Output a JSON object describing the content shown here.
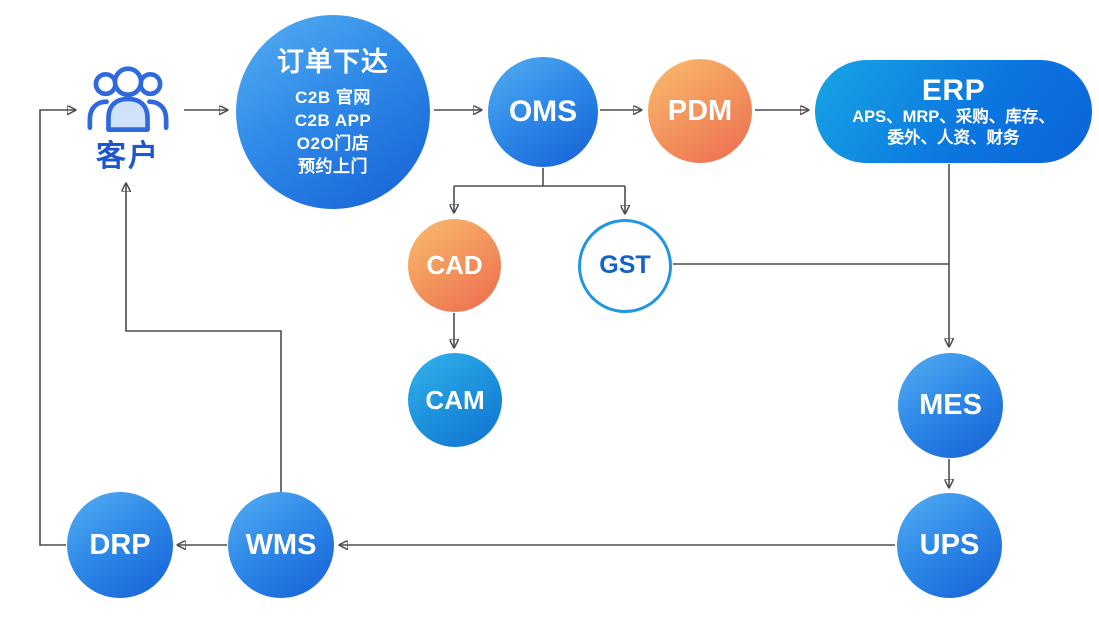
{
  "diagram": {
    "background": "#ffffff",
    "nodes": {
      "customer": {
        "label": "客户",
        "icon": "people-group-icon",
        "shape": "icon"
      },
      "order": {
        "title": "订单下达",
        "channels": [
          "C2B 官网",
          "C2B APP",
          "O2O门店",
          "预约上门"
        ],
        "shape": "circle",
        "style": "blue-gradient"
      },
      "oms": {
        "label": "OMS",
        "shape": "circle",
        "style": "blue-gradient"
      },
      "pdm": {
        "label": "PDM",
        "shape": "circle",
        "style": "orange-gradient"
      },
      "erp": {
        "title": "ERP",
        "subtitle_line1": "APS、MRP、采购、库存、",
        "subtitle_line2": "委外、人资、财务",
        "shape": "pill",
        "style": "blue-gradient"
      },
      "cad": {
        "label": "CAD",
        "shape": "circle",
        "style": "orange-gradient"
      },
      "gst": {
        "label": "GST",
        "shape": "circle",
        "style": "white-outlined"
      },
      "cam": {
        "label": "CAM",
        "shape": "circle",
        "style": "cyan-gradient"
      },
      "mes": {
        "label": "MES",
        "shape": "circle",
        "style": "blue-gradient"
      },
      "ups": {
        "label": "UPS",
        "shape": "circle",
        "style": "blue-gradient"
      },
      "wms": {
        "label": "WMS",
        "shape": "circle",
        "style": "blue-gradient"
      },
      "drp": {
        "label": "DRP",
        "shape": "circle",
        "style": "blue-gradient"
      }
    },
    "edges": [
      {
        "from": "customer",
        "to": "order"
      },
      {
        "from": "order",
        "to": "oms"
      },
      {
        "from": "oms",
        "to": "pdm"
      },
      {
        "from": "pdm",
        "to": "erp"
      },
      {
        "from": "oms",
        "to": "cad"
      },
      {
        "from": "oms",
        "to": "gst"
      },
      {
        "from": "cad",
        "to": "cam"
      },
      {
        "from": "gst",
        "to": "mes",
        "note": "joins the ERP-to-MES vertical line"
      },
      {
        "from": "erp",
        "to": "mes"
      },
      {
        "from": "mes",
        "to": "ups"
      },
      {
        "from": "ups",
        "to": "wms"
      },
      {
        "from": "wms",
        "to": "drp"
      },
      {
        "from": "wms",
        "to": "customer"
      },
      {
        "from": "drp",
        "to": "customer"
      }
    ],
    "colors": {
      "line": "#4d4d4d",
      "arrowhead": "#2aa5e8",
      "blue_gradient_start": "#55aef2",
      "blue_gradient_end": "#1560d6",
      "cyan_gradient_start": "#33b3ea",
      "cyan_gradient_end": "#0f72cf",
      "orange_gradient_start": "#f9bc6d",
      "orange_gradient_end": "#ed6a4f",
      "erp_gradient_start": "#17a6e5",
      "erp_gradient_end": "#0a64da",
      "gst_border": "#2196e2",
      "gst_text": "#1562c9",
      "customer_label": "#1c57cd",
      "customer_icon_stroke": "#2e6ade",
      "customer_icon_fill": "#d0e1fa",
      "node_text": "#ffffff"
    }
  }
}
